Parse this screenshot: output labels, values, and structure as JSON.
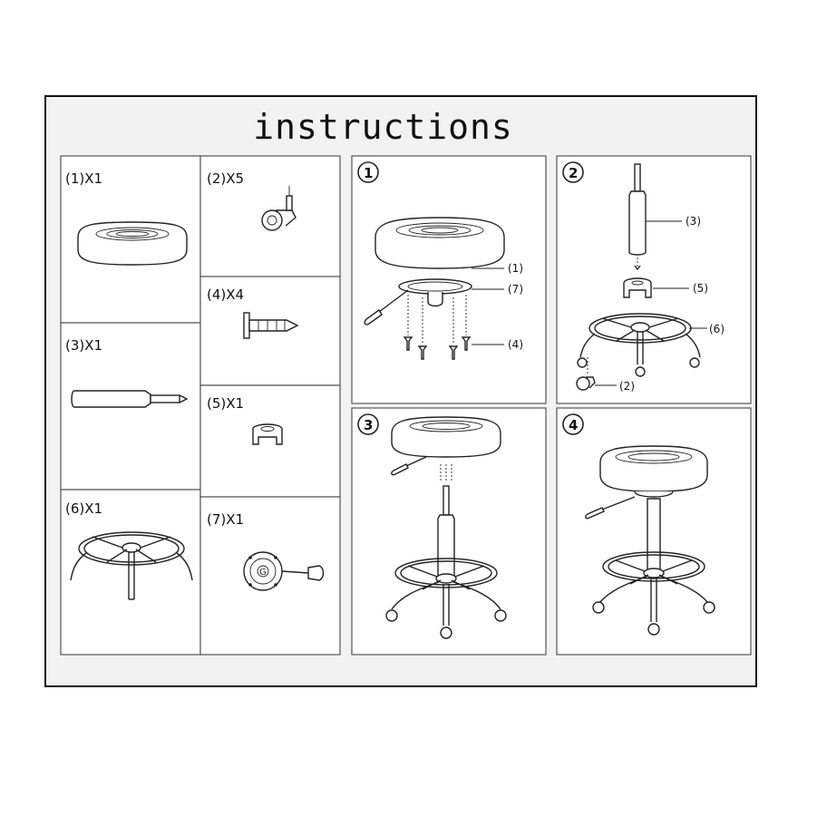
{
  "title": "instructions",
  "parts": [
    {
      "id": "seat",
      "label": "(1)X1"
    },
    {
      "id": "caster",
      "label": "(2)X5"
    },
    {
      "id": "gas-lift",
      "label": "(3)X1"
    },
    {
      "id": "screw",
      "label": "(4)X4"
    },
    {
      "id": "connector",
      "label": "(5)X1"
    },
    {
      "id": "base",
      "label": "(6)X1"
    },
    {
      "id": "mechanism",
      "label": "(7)X1"
    }
  ],
  "steps": [
    {
      "number": "1",
      "callouts": [
        "(1)",
        "(7)",
        "(4)"
      ]
    },
    {
      "number": "2",
      "callouts": [
        "(3)",
        "(5)",
        "(6)",
        "(2)"
      ]
    },
    {
      "number": "3",
      "callouts": []
    },
    {
      "number": "4",
      "callouts": []
    }
  ]
}
